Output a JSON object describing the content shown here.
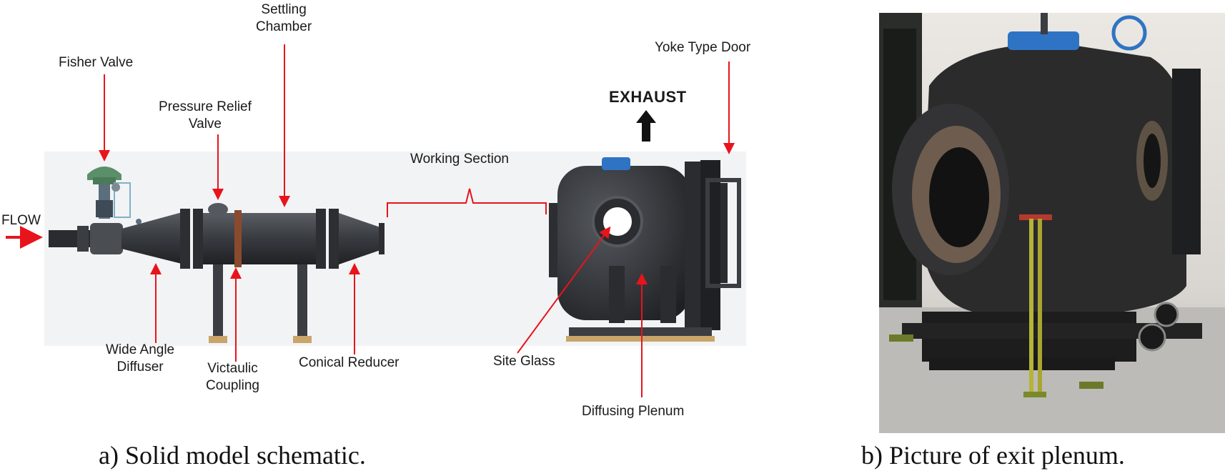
{
  "panel_a": {
    "caption": "a) Solid model schematic.",
    "labels": {
      "flow": "FLOW",
      "fisher_valve": "Fisher Valve",
      "pressure_relief_1": "Pressure Relief",
      "pressure_relief_2": "Valve",
      "settling_1": "Settling",
      "settling_2": "Chamber",
      "working_section": "Working Section",
      "exhaust": "EXHAUST",
      "yoke_door": "Yoke Type Door",
      "wide_angle_1": "Wide Angle",
      "wide_angle_2": "Diffuser",
      "victaulic_1": "Victaulic",
      "victaulic_2": "Coupling",
      "conical_reducer": "Conical Reducer",
      "site_glass": "Site Glass",
      "diffusing_plenum": "Diffusing Plenum"
    }
  },
  "panel_b": {
    "caption": "b) Picture of exit plenum."
  },
  "colors": {
    "arrow_red": "#e8141b",
    "body_dark": "#3a3d42",
    "valve_green": "#5b8f6a",
    "valve_blue": "#2f74c4",
    "coupling": "#8a4a2e",
    "base_tan": "#c9a56a"
  }
}
